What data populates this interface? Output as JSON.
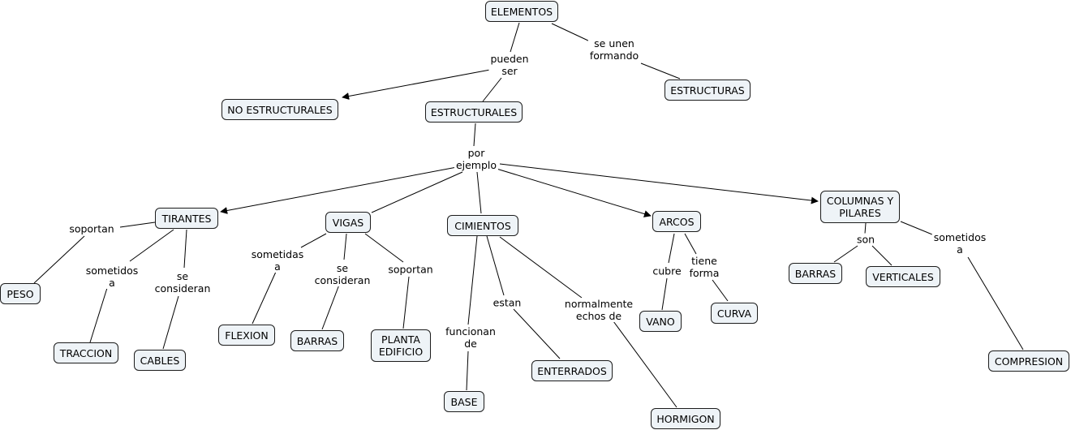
{
  "concepts": {
    "elementos": "ELEMENTOS",
    "no_estructurales": "NO ESTRUCTURALES",
    "estructurales": "ESTRUCTURALES",
    "estructuras": "ESTRUCTURAS",
    "tirantes": "TIRANTES",
    "vigas": "VIGAS",
    "cimientos": "CIMIENTOS",
    "arcos": "ARCOS",
    "columnas_pilares": "COLUMNAS Y\nPILARES",
    "peso": "PESO",
    "traccion": "TRACCION",
    "cables": "CABLES",
    "flexion": "FLEXION",
    "barras_vigas": "BARRAS",
    "planta_edificio": "PLANTA\nEDIFICIO",
    "base": "BASE",
    "enterrados": "ENTERRADOS",
    "hormigon": "HORMIGON",
    "vano": "VANO",
    "curva": "CURVA",
    "barras_columnas": "BARRAS",
    "verticales": "VERTICALES",
    "compresion": "COMPRESION"
  },
  "links": {
    "pueden_ser": "pueden\nser",
    "se_unen_formando": "se unen\nformando",
    "por_ejemplo": "por\nejemplo",
    "soportan_tirantes": "soportan",
    "sometidos_a_tirantes": "sometidos\na",
    "se_consideran_tirantes": "se\nconsideran",
    "sometidas_a_vigas": "sometidas\na",
    "se_consideran_vigas": "se\nconsideran",
    "soportan_vigas": "soportan",
    "funcionan_de": "funcionan\nde",
    "estan": "estan",
    "normalmente_echos_de": "normalmente\nechos de",
    "cubre": "cubre",
    "tiene_forma": "tiene\nforma",
    "son": "son",
    "sometidos_a_columnas": "sometidos\na"
  }
}
